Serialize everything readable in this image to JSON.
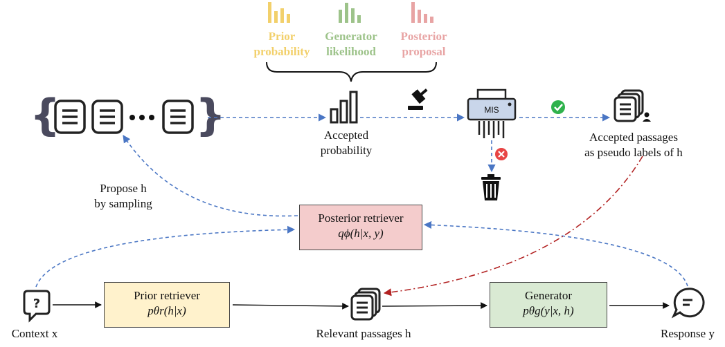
{
  "legend": {
    "prior": {
      "line1": "Prior",
      "line2": "probability",
      "color": "#f2d06b"
    },
    "generator": {
      "line1": "Generator",
      "line2": "likelihood",
      "color": "#9dc38a"
    },
    "posterior": {
      "line1": "Posterior",
      "line2": "proposal",
      "color": "#e8a4a4"
    }
  },
  "nodes": {
    "accepted_probability": {
      "line1": "Accepted",
      "line2": "probability"
    },
    "mis_label": "MIS",
    "accepted_passages": {
      "line1": "Accepted passages",
      "line2": "as pseudo labels of h"
    },
    "propose": {
      "line1": "Propose h",
      "line2": "by sampling"
    },
    "posterior_retriever": {
      "title": "Posterior retriever",
      "formula": "qϕ(h|x, y)",
      "fill": "#f4cccc"
    },
    "prior_retriever": {
      "title": "Prior retriever",
      "formula": "pθr(h|x)",
      "fill": "#fff2cc"
    },
    "generator": {
      "title": "Generator",
      "formula": "pθg(y|x, h)",
      "fill": "#d9ead3"
    },
    "context": "Context x",
    "relevant_passages": "Relevant passages h",
    "response": "Response y"
  },
  "colors": {
    "dashed_arrow": "#4a76c4",
    "dashdot_arrow": "#b22222",
    "solid_arrow": "#111111",
    "check": "#2fb24c",
    "cross": "#e84545",
    "brace": "#4a4a5e"
  }
}
